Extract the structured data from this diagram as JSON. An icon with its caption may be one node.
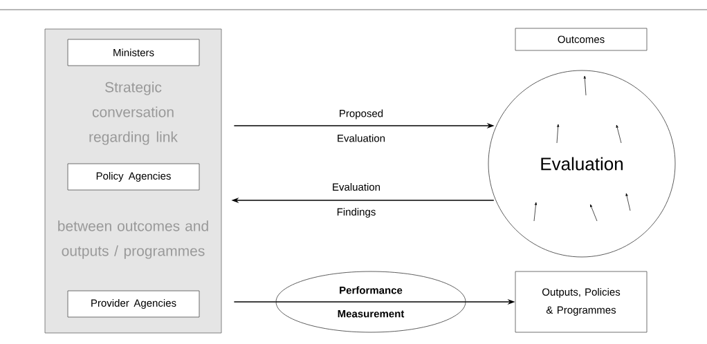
{
  "diagram": {
    "nodes": [
      {
        "text": [
          "Strategic conversation regarding link",
          "between outcomes and outputs / programmes"
        ]
      },
      {
        "text": [
          "Ministers"
        ],
        "in": 0
      },
      {
        "text": [
          "Policy Agencies"
        ],
        "in": 0
      },
      {
        "text": [
          "Provider Agencies"
        ],
        "in": 0
      },
      {
        "text": [
          "Outcomes"
        ]
      },
      {
        "text": [
          "Evaluation"
        ]
      },
      {
        "text": [
          "Performance Measurement"
        ]
      },
      {
        "text": [
          "Outputs, Policies & Programmes"
        ]
      }
    ],
    "edges": [
      {
        "from": 0,
        "to": 5,
        "arrow": "to",
        "label": "Proposed Evaluation"
      },
      {
        "from": 5,
        "to": 0,
        "arrow": "to",
        "label": "Evaluation Findings"
      },
      {
        "from": 0,
        "to": 6,
        "arrow": "none"
      },
      {
        "from": 6,
        "to": 7,
        "arrow": "to"
      }
    ]
  }
}
